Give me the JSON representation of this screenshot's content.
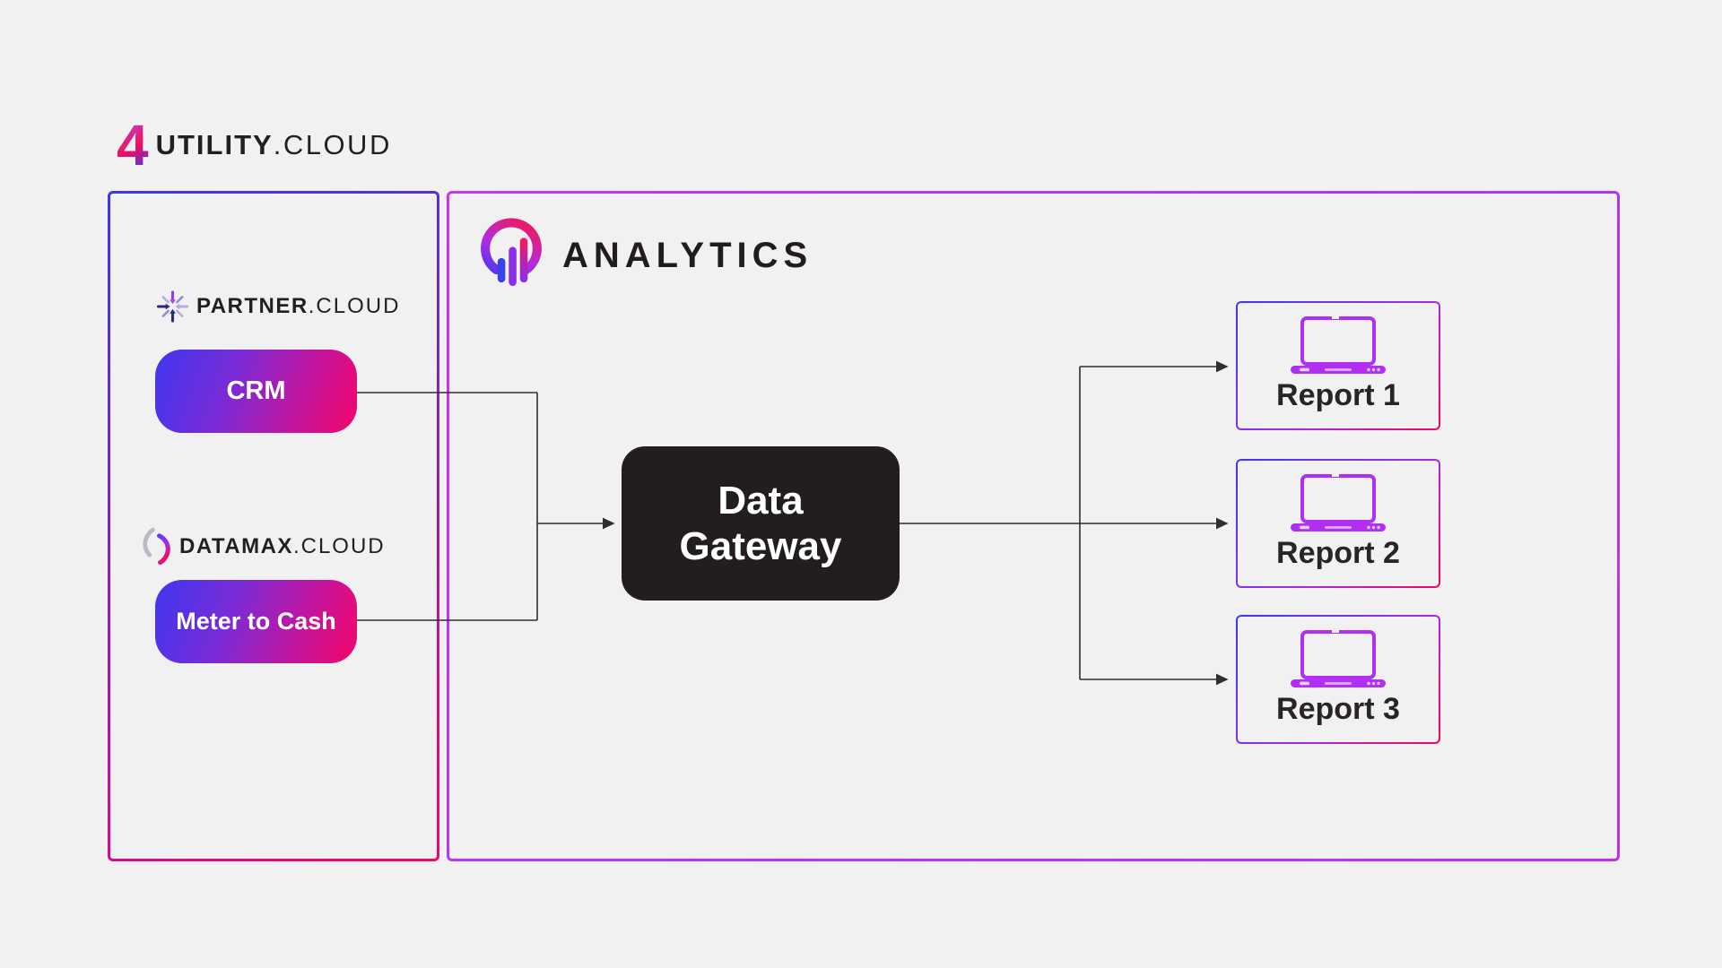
{
  "logo": {
    "numeral": "4",
    "brand_bold": "UTILITY",
    "brand_light": ".CLOUD"
  },
  "sources_panel": {
    "partner_brand_bold": "PARTNER",
    "partner_brand_light": ".CLOUD",
    "partner_node_label": "CRM",
    "datamax_brand_bold": "DATAMAX",
    "datamax_brand_light": ".CLOUD",
    "datamax_node_label": "Meter to Cash"
  },
  "analytics_panel": {
    "title": "ANALYTICS",
    "gateway_line1": "Data",
    "gateway_line2": "Gateway",
    "reports": [
      {
        "label": "Report 1"
      },
      {
        "label": "Report 2"
      },
      {
        "label": "Report 3"
      }
    ]
  },
  "icons": {
    "brand_numeral": "gradient-4-icon",
    "partner": "converging-arrows-icon",
    "datamax": "double-arc-icon",
    "analytics": "circle-bar-chart-icon",
    "report": "laptop-icon"
  },
  "colors": {
    "background": "#f2f1f2",
    "text_dark": "#231f20",
    "node_gradient_start": "#3e37f0",
    "node_gradient_mid": "#c016a0",
    "node_gradient_end": "#f50569",
    "sources_border_start": "#3c35ef",
    "sources_border_end": "#f00766",
    "analytics_border": "#bb32f0",
    "gateway_background": "#221e1f",
    "laptop_purple": "#b02ff2",
    "connector_line": "#2f2f2f"
  }
}
